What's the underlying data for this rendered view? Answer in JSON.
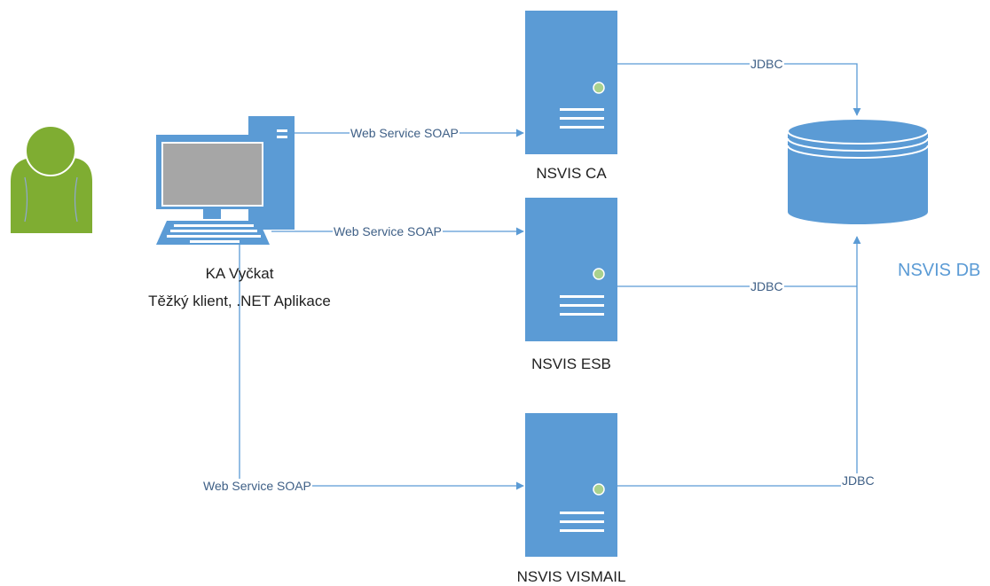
{
  "diagram": {
    "nodes": {
      "user": {
        "kind": "user-icon"
      },
      "client": {
        "kind": "workstation-icon",
        "title": "KA Vyčkat",
        "subtitle": "Těžký klient, .NET Aplikace"
      },
      "ca": {
        "kind": "server-icon",
        "title": "NSVIS CA"
      },
      "esb": {
        "kind": "server-icon",
        "title": "NSVIS ESB"
      },
      "vismail": {
        "kind": "server-icon",
        "title": "NSVIS VISMAIL"
      },
      "db": {
        "kind": "database-icon",
        "title": "NSVIS DB"
      }
    },
    "edges": [
      {
        "from": "client",
        "to": "ca",
        "label": "Web Service SOAP"
      },
      {
        "from": "client",
        "to": "esb",
        "label": "Web Service SOAP"
      },
      {
        "from": "client",
        "to": "vismail",
        "label": "Web Service SOAP"
      },
      {
        "from": "ca",
        "to": "db",
        "label": "JDBC"
      },
      {
        "from": "esb",
        "to": "db",
        "label": "JDBC"
      },
      {
        "from": "vismail",
        "to": "db",
        "label": "JDBC"
      }
    ]
  },
  "colors": {
    "server_fill": "#5b9bd5",
    "user_fill": "#7fad32",
    "connector": "#5b9bd5",
    "indicator": "#a9d18e",
    "db_label": "#5b9bd5"
  }
}
